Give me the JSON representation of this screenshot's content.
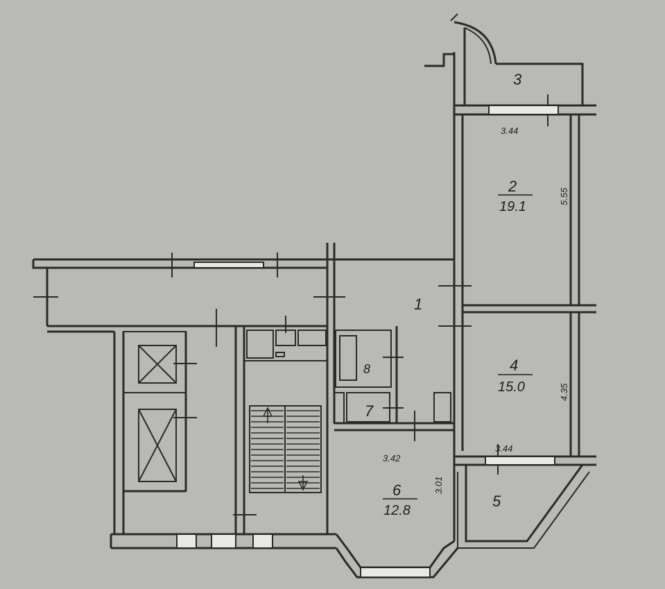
{
  "rooms": [
    {
      "id": "1",
      "number": "1"
    },
    {
      "id": "2",
      "number": "2",
      "area": "19.1"
    },
    {
      "id": "3",
      "number": "3"
    },
    {
      "id": "4",
      "number": "4",
      "area": "15.0"
    },
    {
      "id": "5",
      "number": "5"
    },
    {
      "id": "6",
      "number": "6",
      "area": "12.8"
    },
    {
      "id": "7",
      "number": "7"
    },
    {
      "id": "8",
      "number": "8"
    }
  ],
  "dimensions": {
    "room2_width": "3.44",
    "room2_length": "5.55",
    "room4_width": "3.44",
    "room4_length": "4.35",
    "room6_width": "3.42",
    "room6_length": "3.01"
  },
  "colors": {
    "paper": "#b9bab5",
    "ink": "#2a2a2a"
  }
}
